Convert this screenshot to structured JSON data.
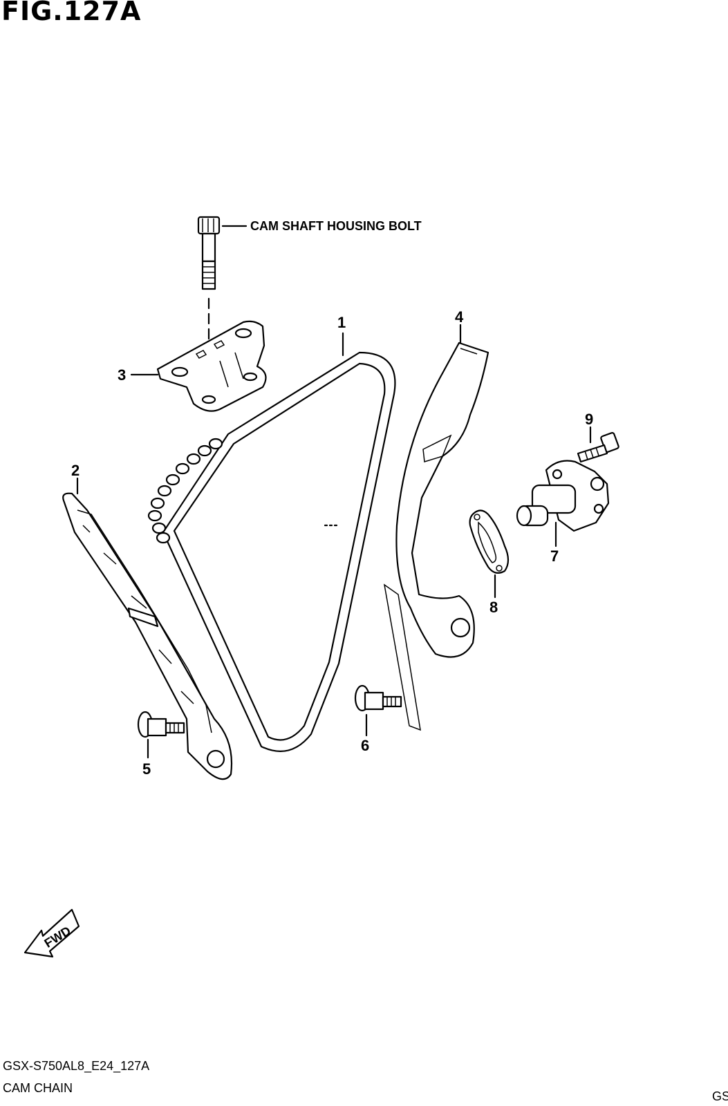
{
  "figure": {
    "title": "FIG.127A"
  },
  "annotation": {
    "note": "CAM SHAFT HOUSING BOLT"
  },
  "callouts": [
    "1",
    "2",
    "3",
    "4",
    "5",
    "6",
    "7",
    "8",
    "9"
  ],
  "footer": {
    "code": "GSX-S750AL8_E24_127A",
    "name": "CAM CHAIN",
    "edge": "GS"
  },
  "arrow": {
    "label": "FWD"
  }
}
